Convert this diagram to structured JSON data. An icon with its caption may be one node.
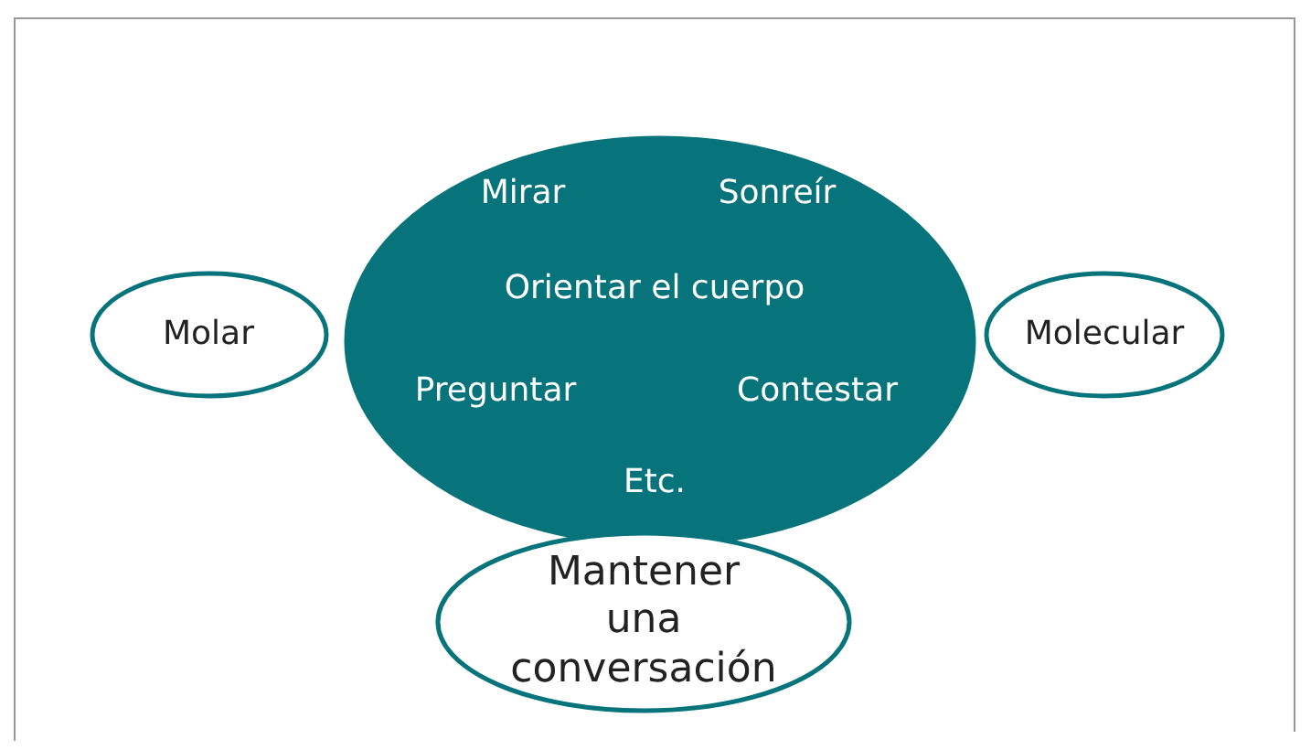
{
  "diagram": {
    "nodes": [
      {
        "text": [
          "Mirar",
          "Sonreír",
          "Orientar el cuerpo",
          "Preguntar",
          "Contestar",
          "Etc."
        ]
      },
      {
        "text": [
          "Molar"
        ]
      },
      {
        "text": [
          "Molecular"
        ]
      },
      {
        "text": [
          "Mantener una conversación"
        ]
      }
    ]
  }
}
